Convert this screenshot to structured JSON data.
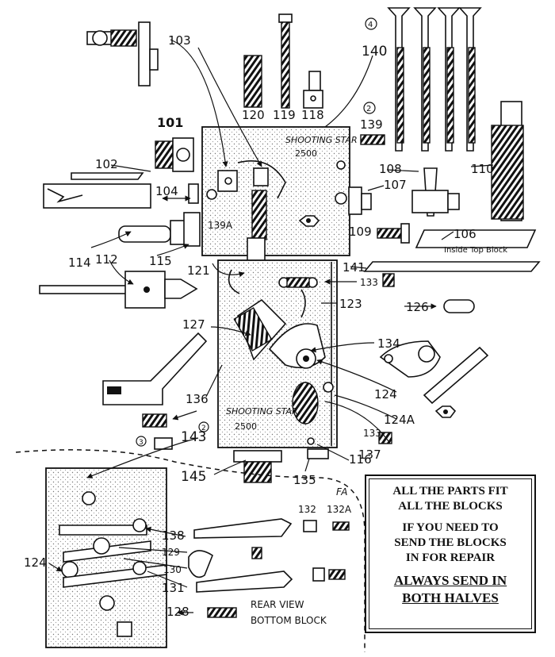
{
  "callouts": {
    "c101": "101",
    "c102": "102",
    "c103": "103",
    "c104": "104",
    "c106": "106",
    "c107": "107",
    "c108": "108",
    "c109": "109",
    "c110": "110",
    "c112": "112",
    "c114": "114",
    "c115": "115",
    "c116": "116",
    "c118": "118",
    "c119": "119",
    "c120": "120",
    "c121": "121",
    "c123": "123",
    "c124": "124",
    "c124b": "124",
    "c124a": "124A",
    "c126": "126",
    "c127": "127",
    "c128": "128",
    "c129": "129",
    "c130": "130",
    "c131": "131",
    "c132": "132",
    "c132a": "132A",
    "c133": "133",
    "c133b": "133",
    "c134": "134",
    "c135": "135",
    "c136": "136",
    "c137": "137",
    "c138": "138",
    "c139": "139",
    "c139a": "139A",
    "c140": "140",
    "c141": "141",
    "c143": "143",
    "c145": "145"
  },
  "quantities": {
    "q140": "4",
    "q139": "2",
    "q143": "2",
    "q143b": "3"
  },
  "labels": {
    "top_block_name": "SHOOTING STAR",
    "top_block_model": "2500",
    "bottom_block_name": "SHOOTING STAR",
    "bottom_block_model": "2500",
    "inside_top_block": "Inside Top Block",
    "rear_view_line1": "REAR VIEW",
    "rear_view_line2": "BOTTOM BLOCK",
    "initials": "FA"
  },
  "notice": {
    "line1": "ALL THE PARTS FIT",
    "line2": "ALL THE BLOCKS",
    "line3": "IF YOU NEED TO",
    "line4": "SEND THE BLOCKS",
    "line5": "IN FOR REPAIR",
    "line6": "ALWAYS SEND IN",
    "line7": "BOTH HALVES"
  }
}
